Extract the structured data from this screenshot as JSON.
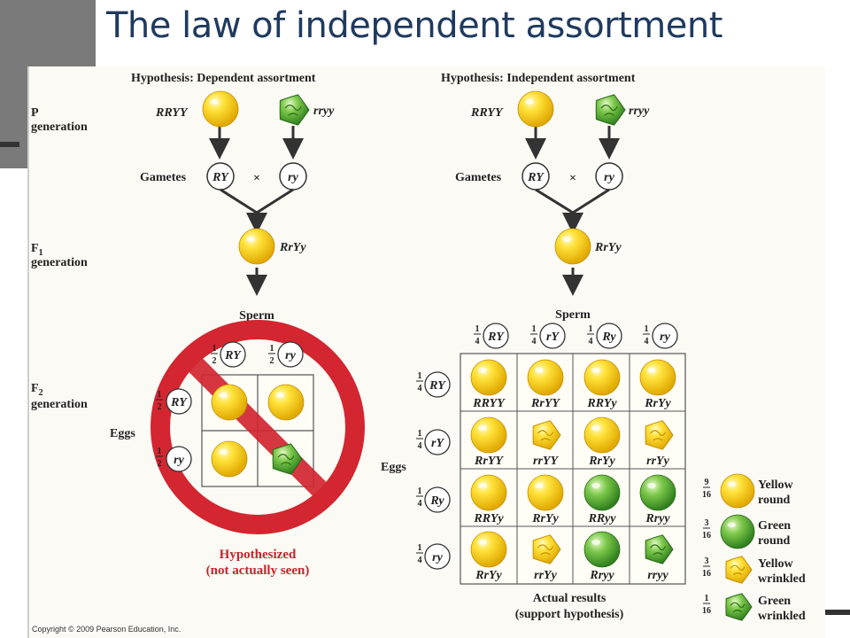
{
  "slide": {
    "title": "The law of independent assortment"
  },
  "figure": {
    "left": {
      "heading": "Hypothesis: Dependent assortment",
      "p_yellow": "RRYY",
      "p_green": "rryy",
      "gametes_label": "Gametes",
      "gamete1": "RY",
      "cross": "×",
      "gamete2": "ry",
      "f1": "RrYy",
      "sperm": "Sperm",
      "eggs": "Eggs",
      "half_num": "1",
      "half_den": "2",
      "sperm1": "RY",
      "sperm2": "ry",
      "egg1": "RY",
      "egg2": "ry",
      "caption1": "Hypothesized",
      "caption2": "(not actually seen)"
    },
    "right": {
      "heading": "Hypothesis: Independent assortment",
      "p_yellow": "RRYY",
      "p_green": "rryy",
      "gametes_label": "Gametes",
      "gamete1": "RY",
      "cross": "×",
      "gamete2": "ry",
      "f1": "RrYy",
      "sperm": "Sperm",
      "eggs": "Eggs",
      "quarter_num": "1",
      "quarter_den": "4",
      "sperm_alleles": [
        "RY",
        "rY",
        "Ry",
        "ry"
      ],
      "egg_alleles": [
        "RY",
        "rY",
        "Ry",
        "ry"
      ],
      "genotypes": [
        [
          "RRYY",
          "RrYY",
          "RRYy",
          "RrYy"
        ],
        [
          "RrYY",
          "rrYY",
          "RrYy",
          "rrYy"
        ],
        [
          "RRYy",
          "RrYy",
          "RRyy",
          "Rryy"
        ],
        [
          "RrYy",
          "rrYy",
          "Rryy",
          "rryy"
        ]
      ],
      "phenotypes": [
        [
          "yellow-round",
          "yellow-round",
          "yellow-round",
          "yellow-round"
        ],
        [
          "yellow-round",
          "yellow-wrinkled",
          "yellow-round",
          "yellow-wrinkled"
        ],
        [
          "yellow-round",
          "yellow-round",
          "green-round",
          "green-round"
        ],
        [
          "yellow-round",
          "yellow-wrinkled",
          "green-round",
          "green-wrinkled"
        ]
      ],
      "caption1": "Actual results",
      "caption2": "(support hypothesis)"
    },
    "generations": {
      "p1": "P",
      "p2": "generation",
      "f1": "F",
      "f1_sub": "1",
      "f1_2": "generation",
      "f2": "F",
      "f2_sub": "2",
      "f2_2": "generation"
    },
    "legend": [
      {
        "num": "9",
        "den": "16",
        "label1": "Yellow",
        "label2": "round",
        "icon": "yellow-round"
      },
      {
        "num": "3",
        "den": "16",
        "label1": "Green",
        "label2": "round",
        "icon": "green-round"
      },
      {
        "num": "3",
        "den": "16",
        "label1": "Yellow",
        "label2": "wrinkled",
        "icon": "yellow-wrinkled"
      },
      {
        "num": "1",
        "den": "16",
        "label1": "Green",
        "label2": "wrinkled",
        "icon": "green-wrinkled"
      }
    ],
    "copyright": "Copyright © 2009 Pearson Education, Inc."
  },
  "colors": {
    "yellow": "#f2c200",
    "green": "#3f9a2c",
    "forbidden": "#d32630",
    "title": "#1f3a5f"
  }
}
